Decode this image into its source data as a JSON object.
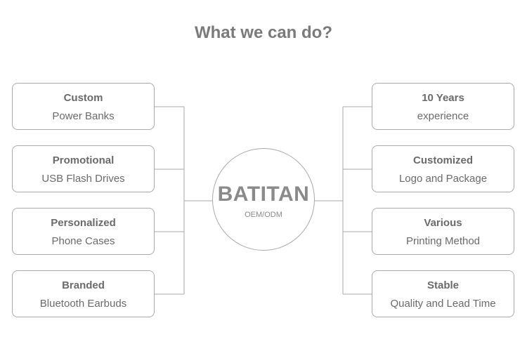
{
  "title": "What we can do?",
  "center": {
    "brand": "BATITAN",
    "subtitle": "OEM/ODM"
  },
  "left_items": [
    {
      "bold": "Custom",
      "text": "Power Banks"
    },
    {
      "bold": "Promotional",
      "text": "USB Flash Drives"
    },
    {
      "bold": "Personalized",
      "text": "Phone Cases"
    },
    {
      "bold": "Branded",
      "text": "Bluetooth Earbuds"
    }
  ],
  "right_items": [
    {
      "bold": "10 Years",
      "text": "experience"
    },
    {
      "bold": "Customized",
      "text": "Logo and Package"
    },
    {
      "bold": "Various",
      "text": "Printing Method"
    },
    {
      "bold": "Stable",
      "text": "Quality and Lead Time"
    }
  ],
  "colors": {
    "line": "#a9a9a9",
    "text": "#6a6a6a",
    "title": "#7a7a7a"
  }
}
